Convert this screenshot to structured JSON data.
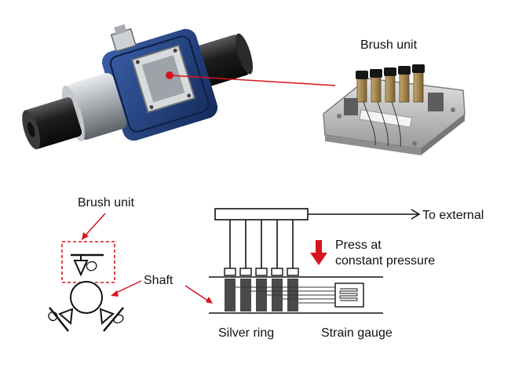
{
  "labels": {
    "brush_unit_photo": "Brush unit",
    "brush_unit_diagram": "Brush unit",
    "shaft": "Shaft",
    "to_external": "To external",
    "press_line1": "Press at",
    "press_line2": "constant pressure",
    "silver_ring": "Silver ring",
    "strain_gauge": "Strain gauge"
  },
  "colors": {
    "callout_red": "#d7141e",
    "outline": "#222222",
    "ring_fill": "#4a4a4a",
    "torque_body_blue": "#1f3b78",
    "shaft_steel": "#9ea4aa",
    "shaft_black": "#1b1b1b",
    "pcb_gray": "#bdbdbd"
  },
  "icons": {
    "torque_sensor_photo": "torque-sensor-icon",
    "brush_unit_photo": "brush-unit-icon",
    "press_arrow": "down-arrow-icon",
    "strain_gauge": "strain-gauge-icon"
  }
}
